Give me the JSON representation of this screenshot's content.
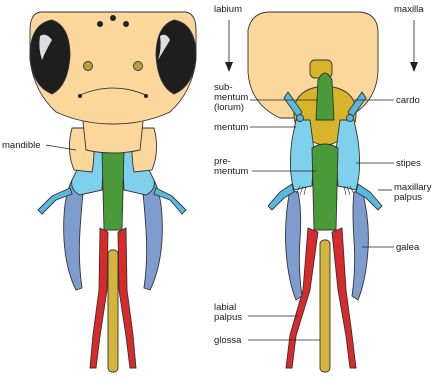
{
  "labels": {
    "labium": "labium",
    "maxilla": "maxilla",
    "submentum": [
      "sub-",
      "mentum",
      "(lorum)"
    ],
    "cardo": "cardo",
    "mentum": "mentum",
    "mandible": "mandible",
    "prementum": [
      "pre-",
      "mentum"
    ],
    "stipes": "stipes",
    "maxillary_palpus": [
      "maxillary",
      "palpus"
    ],
    "galea": "galea",
    "labial_palpus": [
      "labial",
      "palpus"
    ],
    "glossa": "glossa"
  },
  "colors": {
    "head": "#fbd79b",
    "eye": "#1e1e1e",
    "mentum_yellow": "#d8b42a",
    "olive": "#b6a43a",
    "stipes_blue": "#7fd0ec",
    "palp_blue": "#58b9de",
    "galea_blue": "#7f9ccf",
    "prementum_green": "#4a9a3a",
    "labial_red": "#d82a2a",
    "glossa_gold": "#d4b43c"
  }
}
